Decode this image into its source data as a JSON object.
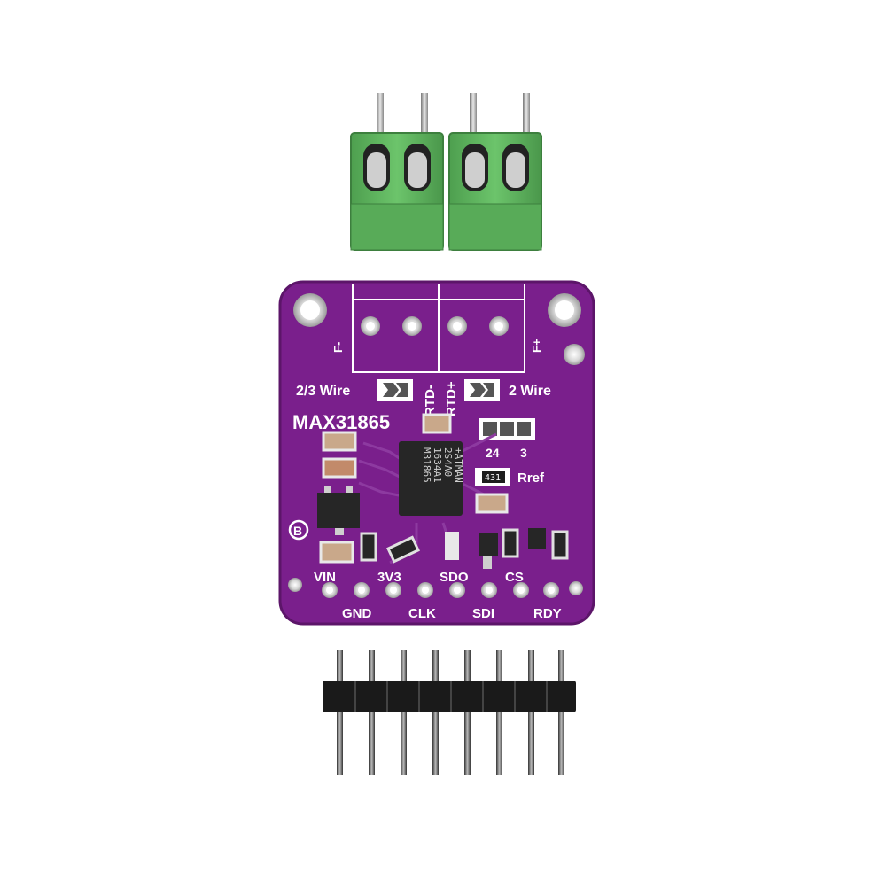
{
  "board": {
    "model": "MAX31865",
    "jumper_left_label": "2/3 Wire",
    "jumper_right_label": "2 Wire",
    "rtd_minus": "RTD-",
    "rtd_plus": "RTD+",
    "force_minus": "F-",
    "force_plus": "F+",
    "jumper_24": "24",
    "jumper_3": "3",
    "rref": "Rref",
    "rref_code": "431",
    "logo_letter": "B",
    "chip_lines": [
      "M31865",
      "1634A1",
      "2S4A0",
      "+ATMAN"
    ],
    "pins_top": [
      "VIN",
      "3V3",
      "SDO",
      "CS"
    ],
    "pins_bottom": [
      "GND",
      "CLK",
      "SDI",
      "RDY"
    ]
  },
  "colors": {
    "pcb": "#7a1f8c",
    "pcb_edge": "#5c1569",
    "terminal_block": "#5fb85e",
    "header_plastic": "#1a1a1a",
    "background": "#ffffff"
  }
}
